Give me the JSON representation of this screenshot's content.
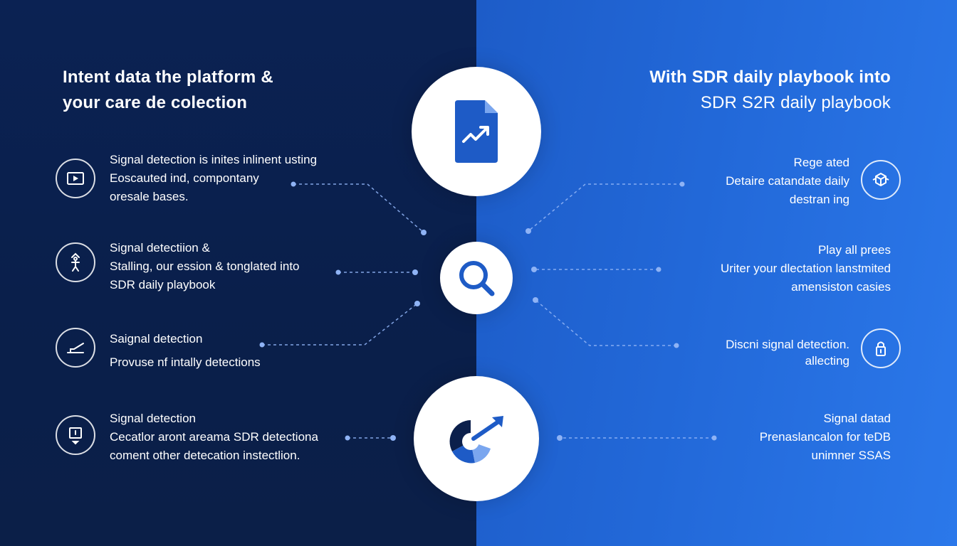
{
  "heading_left": {
    "line1": "Intent data the platform &",
    "line2": "your care de colection"
  },
  "heading_right": {
    "line1": "With  SDR daily playbook into",
    "line2": "SDR S2R daily playbook"
  },
  "left_items": [
    {
      "icon": "video-screen-icon",
      "lines": [
        "Signal detection is inites inlinent usting",
        "Eoscauted ind, compontany",
        "oresale bases."
      ]
    },
    {
      "icon": "person-signal-icon",
      "lines": [
        "Signal detectiion &",
        "Stalling, our ession & tonglated into",
        "SDR daily playbook"
      ]
    },
    {
      "icon": "signal-detection-icon",
      "lines": [
        "Saignal detection",
        "Provuse nf intally detections"
      ]
    },
    {
      "icon": "device-marker-icon",
      "lines": [
        "Signal detection",
        "Cecatlor aront areama SDR detectiona",
        "coment other detecation instectlion."
      ]
    }
  ],
  "right_items": [
    {
      "icon": "cube-icon",
      "lines": [
        "Rege ated",
        "Detaire catandate daily",
        "destran ing"
      ]
    },
    {
      "icon": "",
      "lines": [
        "Play all prees",
        "Uriter your dlectation lanstmited",
        "amensiston casies"
      ]
    },
    {
      "icon": "lock-icon",
      "lines": [
        "Discni signal detection.",
        "allecting"
      ]
    },
    {
      "icon": "",
      "lines": [
        "Signal datad",
        "Prenaslancalon for teDB",
        "unimner SSAS"
      ]
    }
  ],
  "hubs": {
    "top": "document-chart-icon",
    "middle": "search-icon",
    "bottom": "growth-chart-icon"
  },
  "colors": {
    "left_panel": "#0b2253",
    "right_panel": "#2268d8",
    "accent": "#1e5bc6",
    "connector": "#8fb3f5"
  }
}
